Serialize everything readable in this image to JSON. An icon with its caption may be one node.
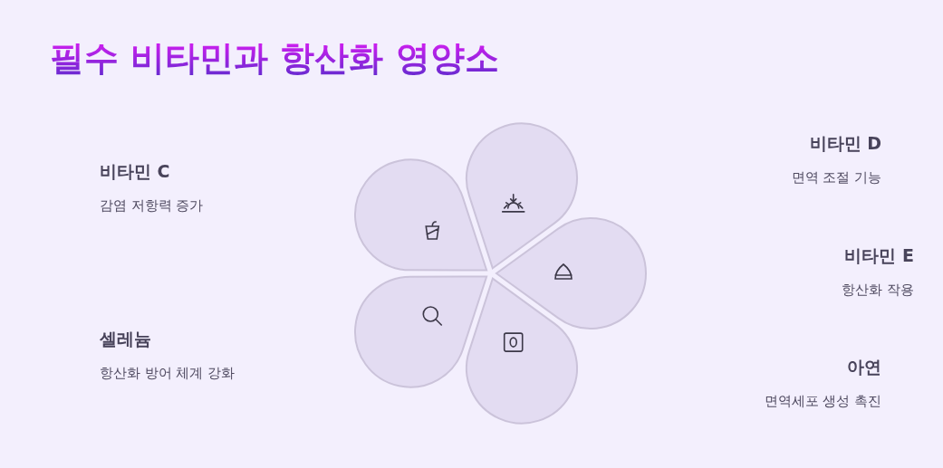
{
  "diagram": {
    "title": "필수 비타민과 항산화 영양소",
    "nodes": [
      {
        "text": [],
        "shape": "petal",
        "beside": [
          "비타민 C",
          "감염 저항력 증가"
        ]
      },
      {
        "text": [],
        "shape": "petal",
        "beside": [
          "비타민 D",
          "면역 조절 기능"
        ]
      },
      {
        "text": [],
        "shape": "petal",
        "beside": [
          "비타민 E",
          "항산화 작용"
        ]
      },
      {
        "text": [],
        "shape": "petal",
        "beside": [
          "아연",
          "면역세포 생성 촉진"
        ]
      },
      {
        "text": [],
        "shape": "petal",
        "beside": [
          "셀레늄",
          "항산화 방어 체계 강화"
        ]
      }
    ]
  }
}
